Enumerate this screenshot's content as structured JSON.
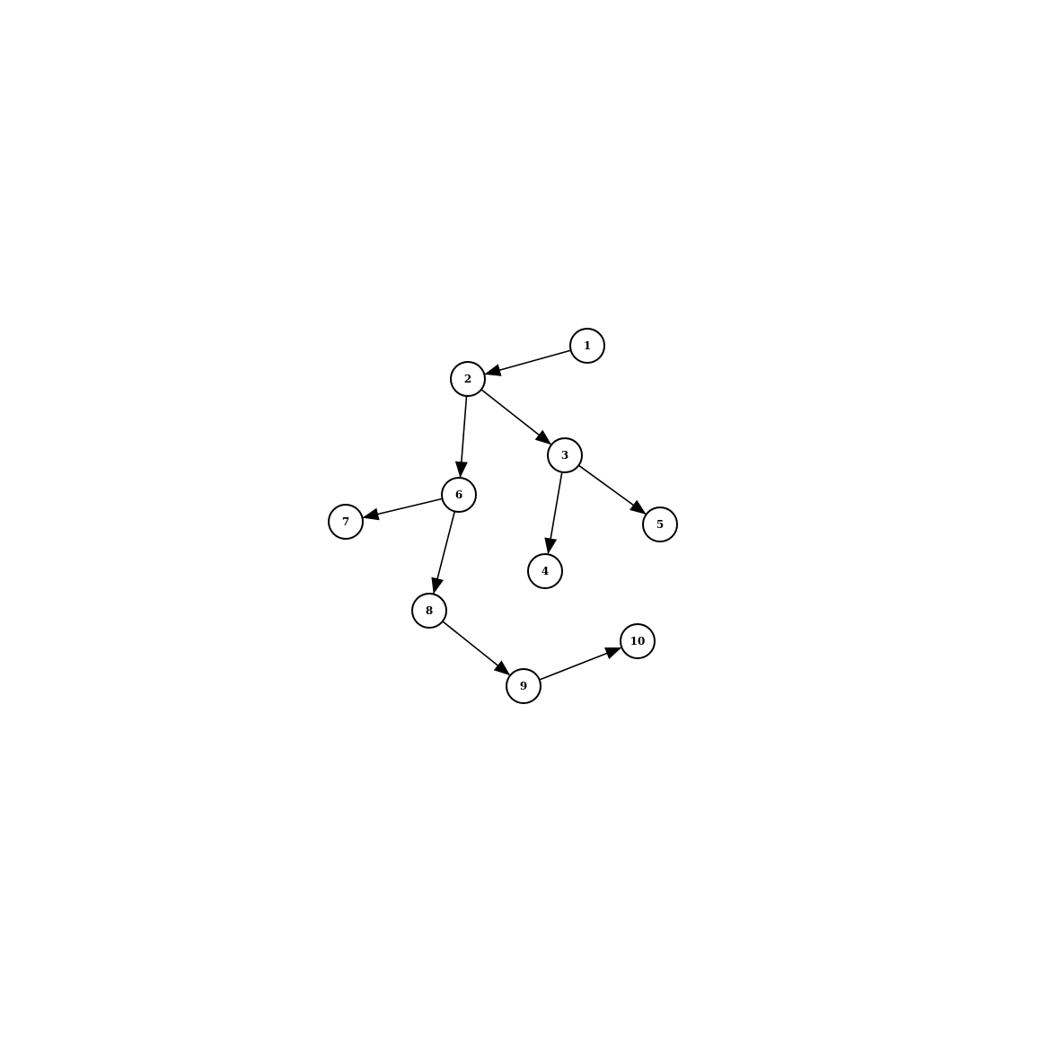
{
  "graph": {
    "directed": true,
    "nodes": [
      {
        "id": "1",
        "label": "1"
      },
      {
        "id": "2",
        "label": "2"
      },
      {
        "id": "3",
        "label": "3"
      },
      {
        "id": "4",
        "label": "4"
      },
      {
        "id": "5",
        "label": "5"
      },
      {
        "id": "6",
        "label": "6"
      },
      {
        "id": "7",
        "label": "7"
      },
      {
        "id": "8",
        "label": "8"
      },
      {
        "id": "9",
        "label": "9"
      },
      {
        "id": "10",
        "label": "10"
      }
    ],
    "edges": [
      {
        "from": "1",
        "to": "2"
      },
      {
        "from": "2",
        "to": "3"
      },
      {
        "from": "2",
        "to": "6"
      },
      {
        "from": "3",
        "to": "4"
      },
      {
        "from": "3",
        "to": "5"
      },
      {
        "from": "6",
        "to": "7"
      },
      {
        "from": "6",
        "to": "8"
      },
      {
        "from": "8",
        "to": "9"
      },
      {
        "from": "9",
        "to": "10"
      }
    ]
  },
  "colors": {
    "background": "#ffffff",
    "stroke": "#000000",
    "node_fill": "#ffffff"
  }
}
